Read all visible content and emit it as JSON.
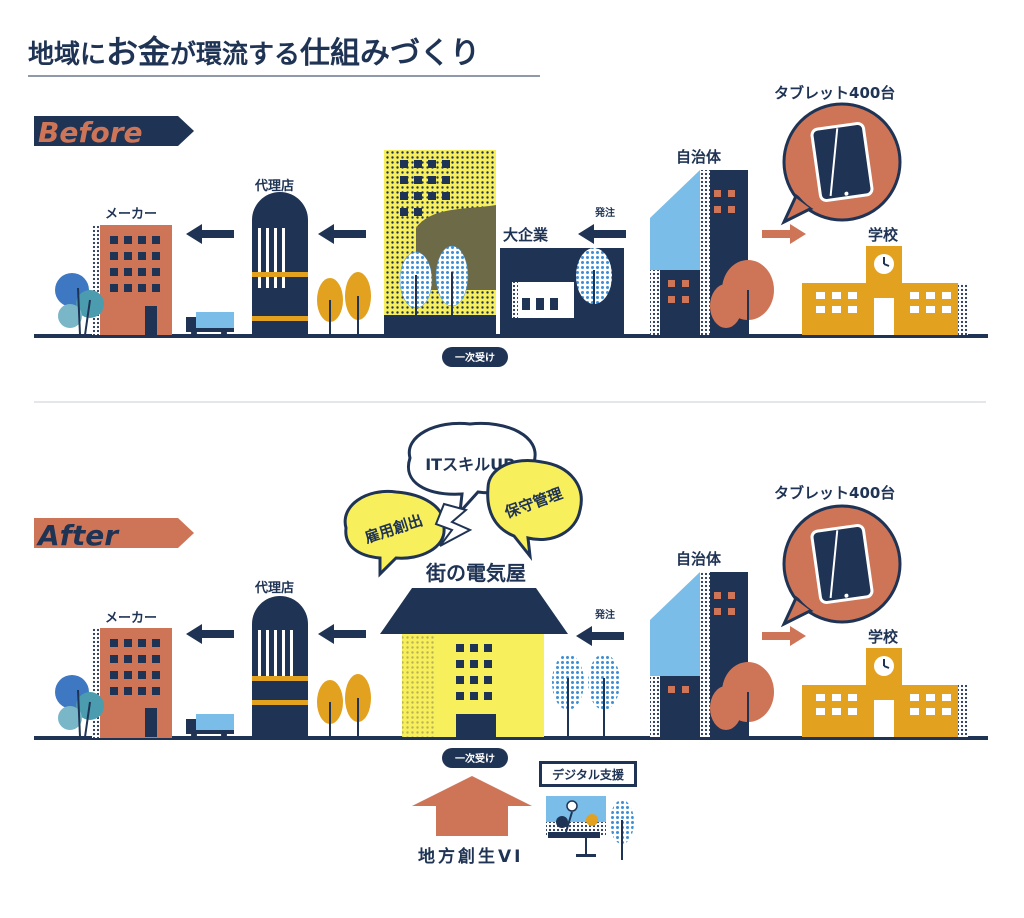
{
  "page": {
    "title_parts": [
      "地域に",
      "お金",
      "が環流する",
      "仕組みづくり"
    ]
  },
  "colors": {
    "navy": "#1f3354",
    "terracotta": "#cf7557",
    "mustard": "#e2a11f",
    "yellow": "#f8ef5d",
    "lightblue": "#79bde8",
    "olive": "#6d6b47",
    "teal": "#4a9cae"
  },
  "before": {
    "tag": "Before",
    "labels": {
      "maker": "メーカー",
      "agent": "代理店",
      "company": "大企業",
      "order": "発注",
      "municipality": "自治体",
      "tablets": "タブレット400台",
      "school": "学校",
      "primary": "一次受け"
    }
  },
  "after": {
    "tag": "After",
    "labels": {
      "maker": "メーカー",
      "agent": "代理店",
      "shop": "街の電気屋",
      "order": "発注",
      "municipality": "自治体",
      "tablets": "タブレット400台",
      "school": "学校",
      "primary": "一次受け",
      "digital": "デジタル支援",
      "grant": "地方創生VI"
    },
    "bubbles": {
      "employment": "雇用創出",
      "it": "ITスキルUP",
      "maintenance": "保守管理"
    }
  }
}
